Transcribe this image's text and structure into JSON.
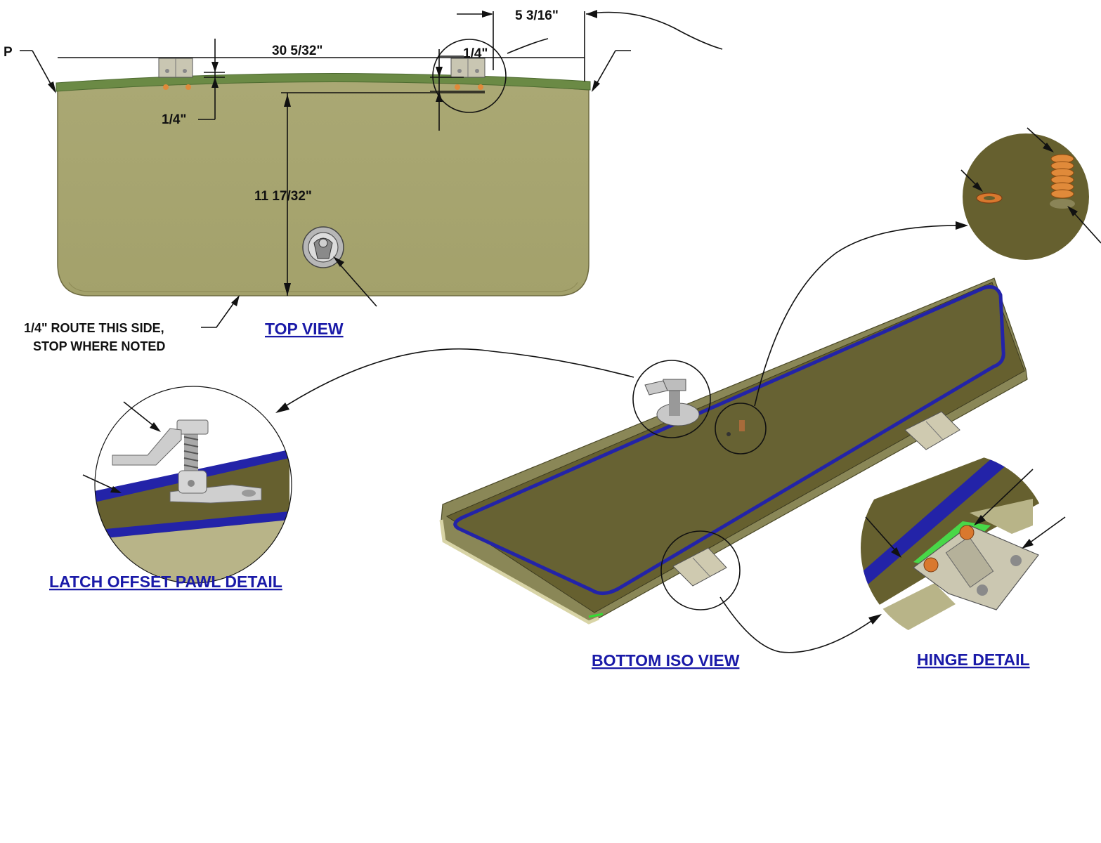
{
  "dimensions": {
    "overall_width": "30 5/32\"",
    "hinge_offset": "5 3/16\"",
    "hinge_inset_right": "1/4\"",
    "hinge_inset_left": "1/4\"",
    "height": "11 17/32\"",
    "point_label": "P"
  },
  "notes": {
    "route_line1": "1/4\" ROUTE THIS SIDE,",
    "route_line2": "STOP WHERE NOTED"
  },
  "views": {
    "top": "TOP VIEW",
    "latch_detail": "LATCH  OFFSET PAWL DETAIL",
    "bottom_iso": "BOTTOM ISO VIEW",
    "hinge_detail": "HINGE DETAIL"
  },
  "colors": {
    "panel": "#a8a872",
    "panel_dark": "#676233",
    "edge_green": "#6b8a45",
    "gasket_blue": "#2323a8",
    "hinge_metal": "#c9c6b2",
    "copper": "#d9782e",
    "title_blue": "#1a1aa8"
  }
}
